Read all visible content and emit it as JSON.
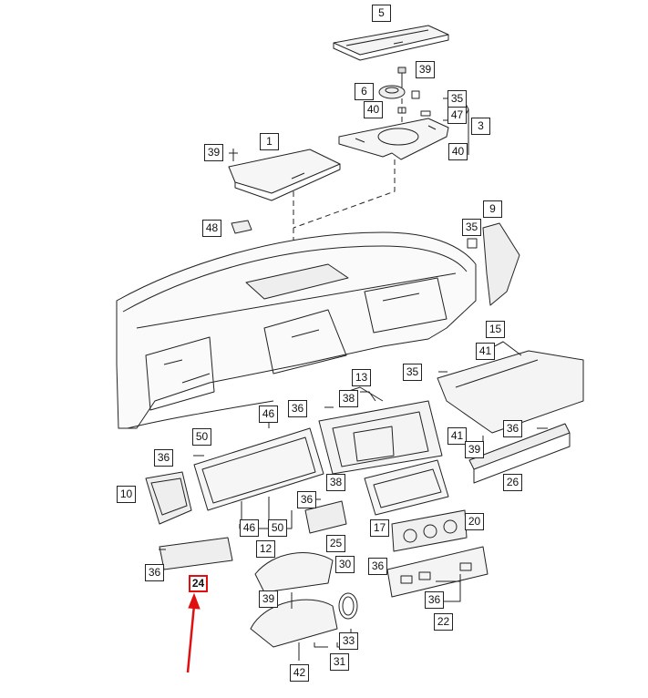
{
  "diagram": {
    "labels": [
      {
        "id": "l5",
        "text": "5"
      },
      {
        "id": "l39a",
        "text": "39"
      },
      {
        "id": "l6",
        "text": "6"
      },
      {
        "id": "l35a",
        "text": "35"
      },
      {
        "id": "l40a",
        "text": "40"
      },
      {
        "id": "l47",
        "text": "47"
      },
      {
        "id": "l3",
        "text": "3"
      },
      {
        "id": "l40b",
        "text": "40"
      },
      {
        "id": "l39b",
        "text": "39"
      },
      {
        "id": "l1",
        "text": "1"
      },
      {
        "id": "l48",
        "text": "48"
      },
      {
        "id": "l9",
        "text": "9"
      },
      {
        "id": "l35b",
        "text": "35"
      },
      {
        "id": "l15",
        "text": "15"
      },
      {
        "id": "l41a",
        "text": "41"
      },
      {
        "id": "l35c",
        "text": "35"
      },
      {
        "id": "l13",
        "text": "13"
      },
      {
        "id": "l38a",
        "text": "38"
      },
      {
        "id": "l36a",
        "text": "36"
      },
      {
        "id": "l46a",
        "text": "46"
      },
      {
        "id": "l50a",
        "text": "50"
      },
      {
        "id": "l41b",
        "text": "41"
      },
      {
        "id": "l36b",
        "text": "36"
      },
      {
        "id": "l39c",
        "text": "39"
      },
      {
        "id": "l36c",
        "text": "36"
      },
      {
        "id": "l26",
        "text": "26"
      },
      {
        "id": "l38b",
        "text": "38"
      },
      {
        "id": "l10",
        "text": "10"
      },
      {
        "id": "l36d",
        "text": "36"
      },
      {
        "id": "l46b",
        "text": "46"
      },
      {
        "id": "l50b",
        "text": "50"
      },
      {
        "id": "l12",
        "text": "12"
      },
      {
        "id": "l17",
        "text": "17"
      },
      {
        "id": "l20",
        "text": "20"
      },
      {
        "id": "l25",
        "text": "25"
      },
      {
        "id": "l36e",
        "text": "36"
      },
      {
        "id": "l24",
        "text": "24",
        "highlight": true
      },
      {
        "id": "l30",
        "text": "30"
      },
      {
        "id": "l36f",
        "text": "36"
      },
      {
        "id": "l36g",
        "text": "36"
      },
      {
        "id": "l39d",
        "text": "39"
      },
      {
        "id": "l22",
        "text": "22"
      },
      {
        "id": "l33",
        "text": "33"
      },
      {
        "id": "l31",
        "text": "31"
      },
      {
        "id": "l42",
        "text": "42"
      }
    ],
    "colors": {
      "line": "#222222",
      "highlight": "#e01010",
      "bg": "#ffffff"
    }
  }
}
